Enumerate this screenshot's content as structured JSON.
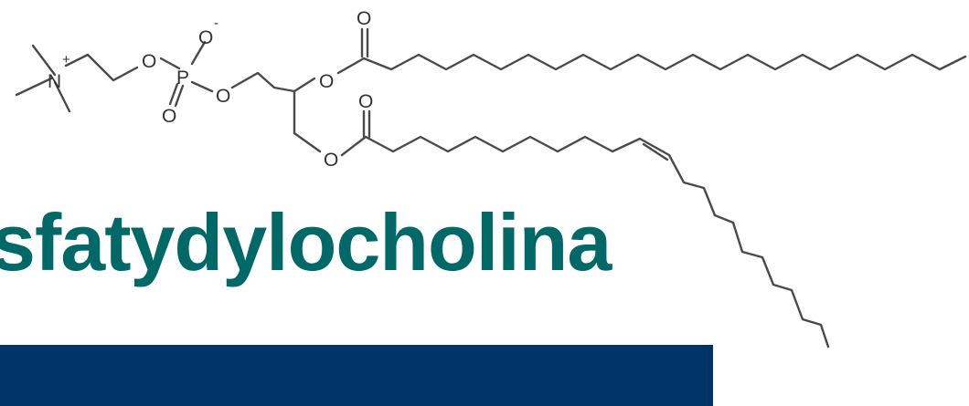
{
  "title": "sfatydylocholina",
  "colors": {
    "title": "#006866",
    "band": "#003366",
    "bonds": "#4a4a4a"
  },
  "structure": {
    "atoms": {
      "n": "N",
      "n_charge": "+",
      "o_ester_choline": "O",
      "p": "P",
      "o_minus": "O",
      "o_minus_charge": "-",
      "o_double_phosphate": "O",
      "o_ester_glycerol": "O",
      "o_ester_sn2": "O",
      "o_carbonyl_sn2": "O",
      "o_carbonyl_sn1": "O",
      "o_ester_sn1": "O"
    }
  }
}
